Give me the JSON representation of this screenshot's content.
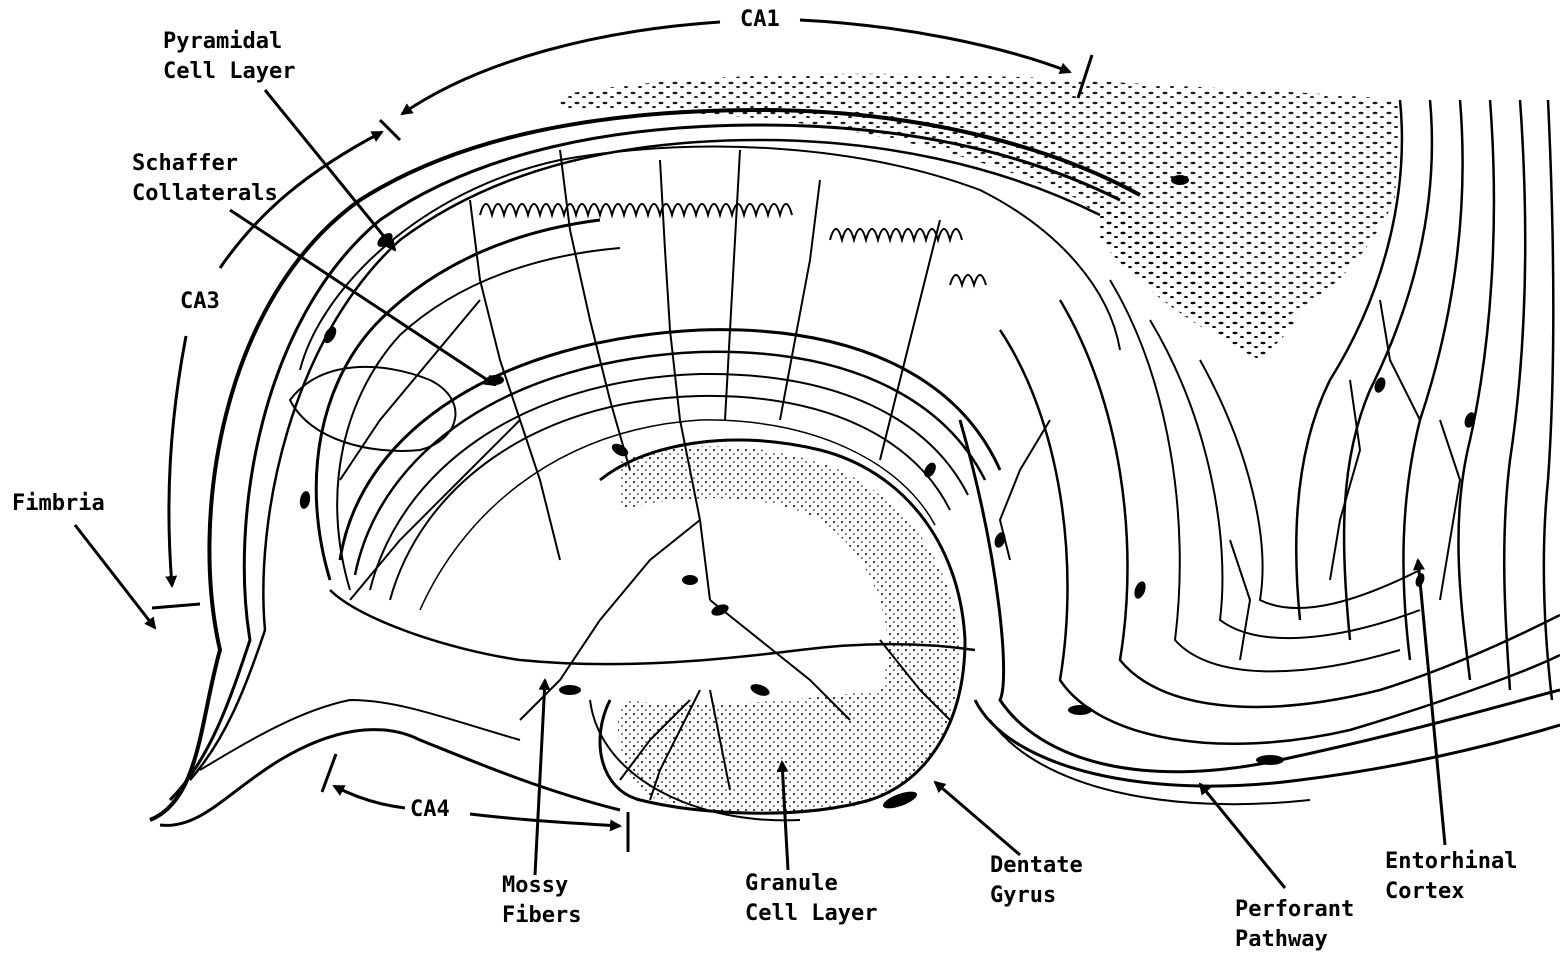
{
  "labels": {
    "ca1": "CA1",
    "pyramidal_line1": "Pyramidal",
    "pyramidal_line2": "Cell Layer",
    "schaffer_line1": "Schaffer",
    "schaffer_line2": "Collaterals",
    "ca3": "CA3",
    "fimbria": "Fimbria",
    "ca4": "CA4",
    "mossy_line1": "Mossy",
    "mossy_line2": "Fibers",
    "granule_line1": "Granule",
    "granule_line2": "Cell Layer",
    "dentate_line1": "Dentate",
    "dentate_line2": "Gyrus",
    "perforant_line1": "Perforant",
    "perforant_line2": "Pathway",
    "entorhinal_line1": "Entorhinal",
    "entorhinal_line2": "Cortex"
  }
}
